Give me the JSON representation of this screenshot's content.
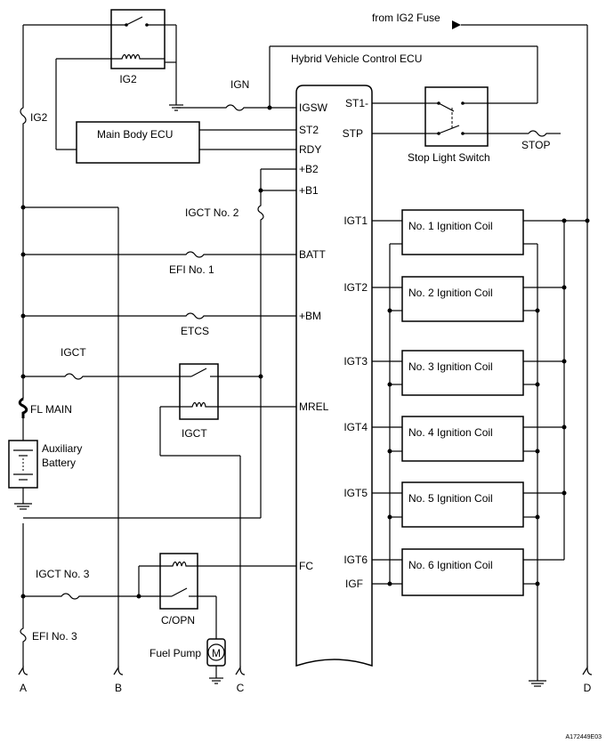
{
  "header": {
    "from_ig2_fuse": "from IG2 Fuse",
    "ecu_title": "Hybrid Vehicle Control ECU"
  },
  "relays": {
    "ig2": "IG2",
    "igct": "IGCT",
    "copn": "C/OPN"
  },
  "fuses": {
    "ig2": "IG2",
    "ign": "IGN",
    "igct_no2": "IGCT No. 2",
    "efi_no1": "EFI No. 1",
    "etcs": "ETCS",
    "igct": "IGCT",
    "fl_main": "FL MAIN",
    "igct_no3": "IGCT No. 3",
    "efi_no3": "EFI No. 3"
  },
  "components": {
    "main_body_ecu": "Main Body ECU",
    "battery_line1": "Auxiliary",
    "battery_line2": "Battery",
    "fuel_pump": "Fuel Pump",
    "motor_symbol": "M",
    "stop_light_switch": "Stop Light Switch",
    "stop": "STOP"
  },
  "ecu_pins_left": [
    "IGSW",
    "ST2",
    "RDY",
    "+B2",
    "+B1",
    "BATT",
    "+BM",
    "MREL",
    "FC"
  ],
  "ecu_pins_right": [
    "ST1-",
    "STP",
    "IGT1",
    "IGT2",
    "IGT3",
    "IGT4",
    "IGT5",
    "IGT6",
    "IGF"
  ],
  "ignition_coils": [
    "No. 1 Ignition Coil",
    "No. 2 Ignition Coil",
    "No. 3 Ignition Coil",
    "No. 4 Ignition Coil",
    "No. 5 Ignition Coil",
    "No. 6 Ignition Coil"
  ],
  "connectors": [
    "A",
    "B",
    "C",
    "D"
  ],
  "figure_id": "A172449E03"
}
